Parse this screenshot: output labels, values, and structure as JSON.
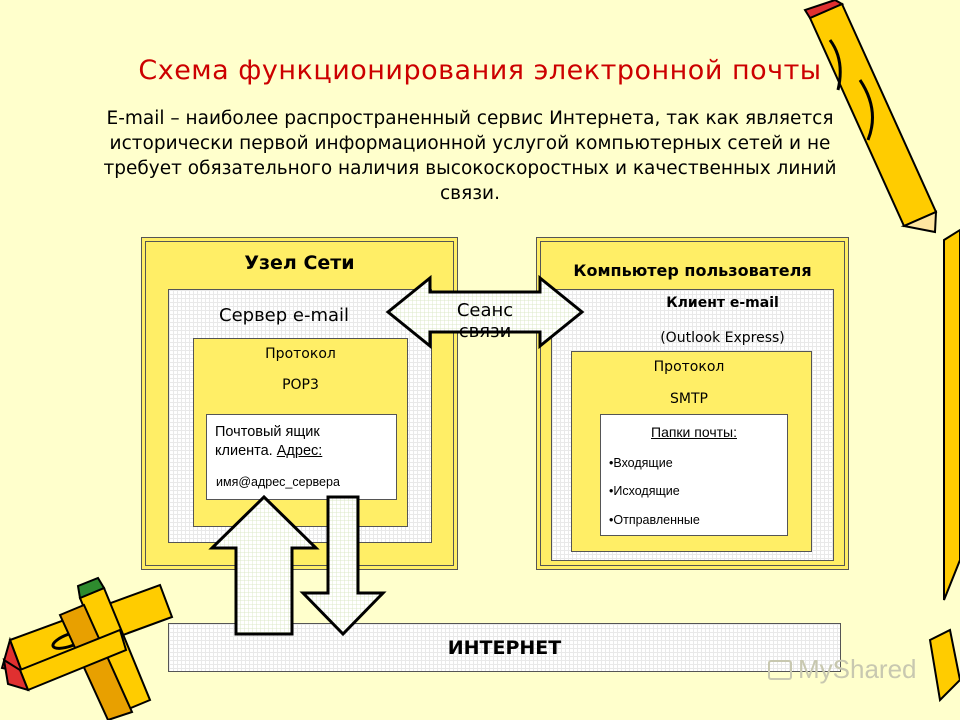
{
  "header": {
    "title": "Схема функционирования электронной почты",
    "intro": "E-mail – наиболее распространенный сервис Интернета, так как является исторически первой информационной услугой компьютерных сетей и не требует обязательного наличия высокоскоростных и качественных линий связи."
  },
  "node": {
    "title": "Узел Сети",
    "server": "Сервер e-mail",
    "protocol_label": "Протокол",
    "protocol_name": "POP3",
    "mailbox_line1": "Почтовый ящик",
    "mailbox_line2_prefix": "клиента. ",
    "mailbox_line2_link": "Адрес:",
    "mailbox_address": "имя@адрес_сервера"
  },
  "session": {
    "label": "Сеанс связи"
  },
  "user": {
    "title": "Компьютер пользователя",
    "client": "Клиент e-mail",
    "client_app": "(Outlook Express)",
    "protocol_label": "Протокол",
    "protocol_name": "SMTP",
    "folders_title": "Папки почты:",
    "folders": [
      "•Входящие",
      "•Исходящие",
      "•Отправленные"
    ]
  },
  "internet": {
    "label": "ИНТЕРНЕТ"
  },
  "watermark": {
    "text": "MyShared"
  },
  "colors": {
    "background": "#FFFFCC",
    "title": "#CC0000",
    "box_yellow": "#FFEE66",
    "pencil_yellow": "#FFCC00",
    "pencil_red": "#E03030"
  }
}
